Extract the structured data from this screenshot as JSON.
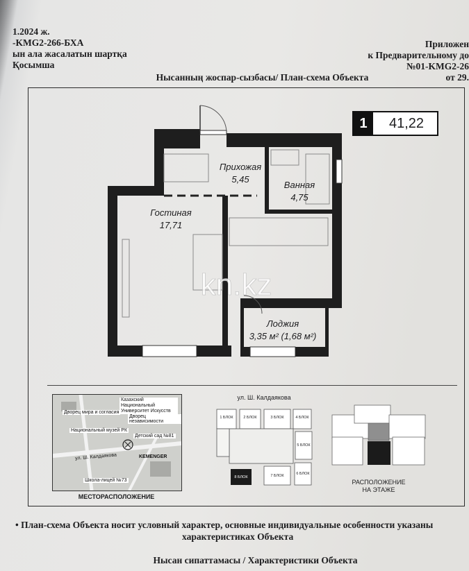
{
  "header_left": {
    "line1": "1.2024 ж.",
    "line2": "-KMG2-266-БХА",
    "line3": "ын ала жасалатын шартқа",
    "line4": "Қосымша"
  },
  "header_right": {
    "line1": "Приложен",
    "line2": "к Предварительному до",
    "line3": "№01-KMG2-26",
    "line4": "от 29."
  },
  "plan_title": "Нысанның жоспар-сызбасы/ План-схема Объекта",
  "badge": {
    "rooms": "1",
    "area": "41,22"
  },
  "rooms": {
    "hall": {
      "name": "Прихожая",
      "area": "5,45"
    },
    "bath": {
      "name": "Ванная",
      "area": "4,75"
    },
    "living": {
      "name": "Гостиная",
      "area": "17,71"
    },
    "loggia": {
      "name": "Лоджия",
      "area": "3,35 м² (1,68 м²)"
    }
  },
  "watermark": "kn.kz",
  "location": {
    "caption": "МЕСТОРАСПОЛОЖЕНИЕ",
    "labels": [
      "Казахский Национальный Университет Искусств",
      "Дворец мира и согласия",
      "Дворец независимости",
      "Национальный музей РК",
      "Детский сад №81",
      "ул. Ш. Калдаякова",
      "KEMENGER",
      "Школа-лицей №73"
    ]
  },
  "blocks": {
    "street": "ул. Ш. Калдаякова",
    "items": [
      "1 БЛОК",
      "2 БЛОК",
      "3 БЛОК",
      "4 БЛОК",
      "5 БЛОК",
      "6 БЛОК",
      "7 БЛОК",
      "8 БЛОК"
    ]
  },
  "floor": {
    "caption_line1": "РАСПОЛОЖЕНИЕ",
    "caption_line2": "НА ЭТАЖЕ"
  },
  "note": {
    "line1": "План-схема Объекта носит условный характер, основные индивидуальные особенности указаны",
    "line2": "характеристиках Объекта"
  },
  "characteristics_title": "Нысан сипаттамасы / Характеристики Объекта"
}
